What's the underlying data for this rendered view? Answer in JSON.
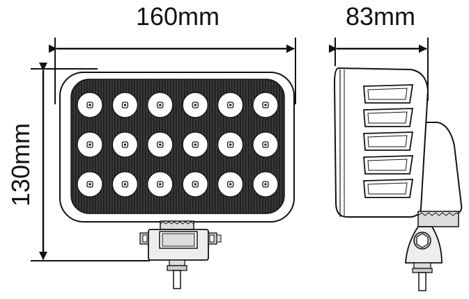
{
  "dimensions": {
    "width": "160mm",
    "depth": "83mm",
    "height": "130mm"
  },
  "front_view": {
    "led_rows": 3,
    "led_cols": 6
  },
  "side_view": {
    "fin_count": 5
  },
  "colors": {
    "line": "#111111",
    "lens": "#2b2b2b",
    "housing_fill": "#ffffff",
    "led_fill": "#ffffff",
    "bracket": "#e8e8e8"
  }
}
